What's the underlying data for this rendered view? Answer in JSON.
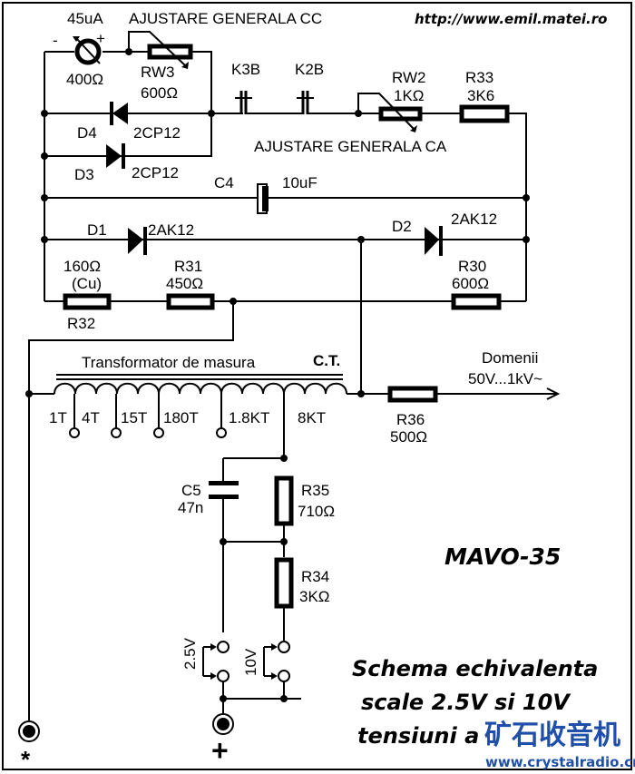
{
  "header": {
    "url": "http://www.emil.matei.ro",
    "adj_cc_label": "AJUSTARE GENERALA CC",
    "adj_ca_label": "AJUSTARE GENERALA CA"
  },
  "components": {
    "meter": {
      "current": "45uA",
      "resistance": "400Ω",
      "minus": "-",
      "plus": "+"
    },
    "rw3": {
      "name": "RW3",
      "value": "600Ω"
    },
    "k3b": {
      "name": "K3B"
    },
    "k2b": {
      "name": "K2B"
    },
    "rw2": {
      "name": "RW2",
      "value": "1KΩ"
    },
    "r33": {
      "name": "R33",
      "value": "3K6"
    },
    "d4": {
      "name": "D4",
      "type": "2CP12"
    },
    "d3": {
      "name": "D3",
      "type": "2CP12"
    },
    "c4": {
      "name": "C4",
      "value": "10uF"
    },
    "d1": {
      "name": "D1",
      "type": "2AK12"
    },
    "d2": {
      "name": "D2",
      "type": "2AK12"
    },
    "r32": {
      "name": "R32",
      "value": "160Ω",
      "note": "(Cu)"
    },
    "r31": {
      "name": "R31",
      "value": "450Ω"
    },
    "r30": {
      "name": "R30",
      "value": "600Ω"
    },
    "r36": {
      "name": "R36",
      "value": "500Ω"
    },
    "c5": {
      "name": "C5",
      "value": "47n"
    },
    "r35": {
      "name": "R35",
      "value": "710Ω"
    },
    "r34": {
      "name": "R34",
      "value": "3KΩ"
    }
  },
  "transformer": {
    "title": "Transformator  de masura",
    "abbrev": "C.T.",
    "taps": [
      "1T",
      "4T",
      "15T",
      "180T",
      "1.8KT",
      "8KT"
    ]
  },
  "ranges": {
    "label": "Domenii",
    "value": "50V...1kV~"
  },
  "switches": {
    "s1": "2.5V",
    "s2": "10V"
  },
  "terminals": {
    "common": "*",
    "positive": "+"
  },
  "title": {
    "model": "MAVO-35",
    "line1": "Schema echivalenta",
    "line2": "scale 2.5V si 10V",
    "line3": "tensiuni a"
  },
  "watermark": {
    "cn": "矿石收音机",
    "url": "www.crystalradio.cn",
    "color": "#1f4fa8"
  }
}
